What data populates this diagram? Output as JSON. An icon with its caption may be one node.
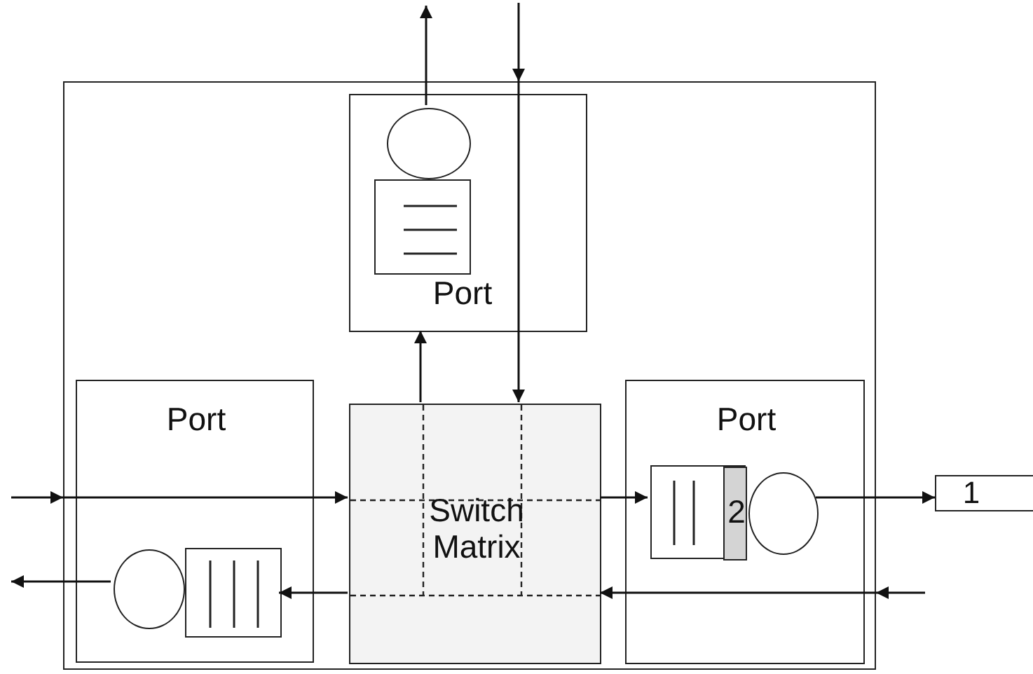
{
  "diagram": {
    "nodes": [
      {
        "text": [],
        "shape": "box"
      },
      {
        "text": [
          "Port"
        ],
        "in": 0
      },
      {
        "text": [],
        "shape": "box",
        "in": 1
      },
      {
        "text": [],
        "shape": "circle",
        "in": 1
      },
      {
        "text": [
          "Port"
        ],
        "in": 0
      },
      {
        "text": [],
        "shape": "circle",
        "in": 4
      },
      {
        "text": [],
        "shape": "box",
        "in": 4
      },
      {
        "text": [
          "Switch Matrix"
        ],
        "in": 0
      },
      {
        "text": [
          "Port"
        ],
        "in": 0
      },
      {
        "text": [],
        "shape": "box",
        "in": 8
      },
      {
        "text": [
          "2"
        ],
        "in": 9
      },
      {
        "text": [],
        "shape": "circle",
        "in": 8
      },
      {
        "text": [
          "1"
        ]
      }
    ],
    "edges": [
      {
        "from": null,
        "to": 0,
        "arrow": "to"
      },
      {
        "from": 0,
        "to": 7,
        "arrow": "to"
      },
      {
        "from": 7,
        "to": 9,
        "arrow": "to"
      },
      {
        "from": 11,
        "to": 12,
        "arrow": "to"
      },
      {
        "from": null,
        "to": 0,
        "arrow": "to"
      },
      {
        "from": 0,
        "to": 7,
        "arrow": "to"
      },
      {
        "from": 7,
        "to": 6,
        "arrow": "to"
      },
      {
        "from": 5,
        "to": null,
        "arrow": "to"
      },
      {
        "from": null,
        "to": 0,
        "arrow": "to"
      },
      {
        "from": 0,
        "to": 7,
        "arrow": "to"
      },
      {
        "from": 7,
        "to": 1,
        "arrow": "to"
      },
      {
        "from": 3,
        "to": null,
        "arrow": "to"
      }
    ]
  }
}
